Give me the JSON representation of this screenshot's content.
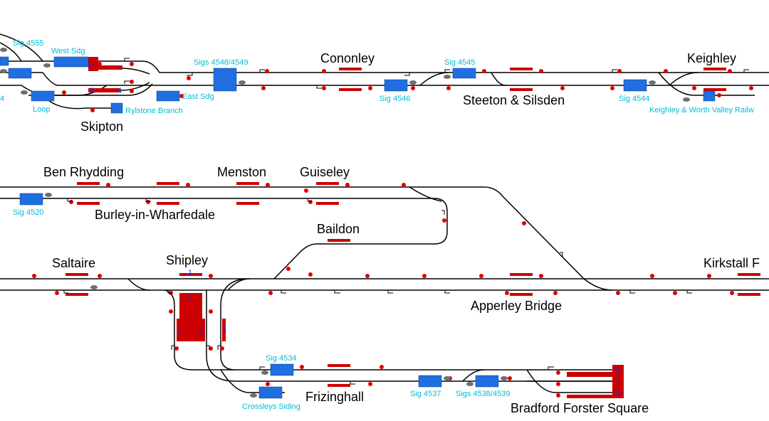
{
  "stations": {
    "cononley": "Cononley",
    "keighley": "Keighley",
    "skipton": "Skipton",
    "steeton": "Steeton & Silsden",
    "ben_rhydding": "Ben Rhydding",
    "menston": "Menston",
    "guiseley": "Guiseley",
    "burley": "Burley-in-Wharfedale",
    "baildon": "Baildon",
    "saltaire": "Saltaire",
    "shipley": "Shipley",
    "kirkstall": "Kirkstall F",
    "apperley": "Apperley Bridge",
    "frizinghall": "Frizinghall",
    "bradford": "Bradford Forster Square"
  },
  "signal_labels": {
    "sig4555": "Sig 4555",
    "west_sdg": "West Sdg",
    "sigs4548": "Sigs 4548/4549",
    "sig4545": "Sig 4545",
    "sig4546": "Sig 4546",
    "sig4544": "Sig 4544",
    "kwvr": "Keighley & Worth Valley Railw",
    "loop": "Loop",
    "east_sdg": "East Sdg",
    "rylstone": "Rylstone Branch",
    "edge_4": "4",
    "sig4520": "Sig 4520",
    "sig4534": "Sig 4534",
    "sig4537": "Sig 4537",
    "sigs4538": "Sigs 4538/4539",
    "crossleys": "Crossleys Siding"
  },
  "platform_numbers": {
    "skipton_2": "2",
    "skipton_3": "3",
    "skipton_4": "4",
    "shipley_1": "1",
    "shipley_2": "2",
    "shipley_3": "3",
    "shipley_4": "4",
    "shipley_5": "5",
    "bradford_1": "1",
    "bradford_2": "2",
    "bradford_3": "3"
  },
  "colors": {
    "track": "#000000",
    "signal": "#e00000",
    "platform": "#cc0000",
    "block": "#1f6fe0",
    "label": "#00bcd4",
    "platform_number": "#1b2bd0"
  }
}
